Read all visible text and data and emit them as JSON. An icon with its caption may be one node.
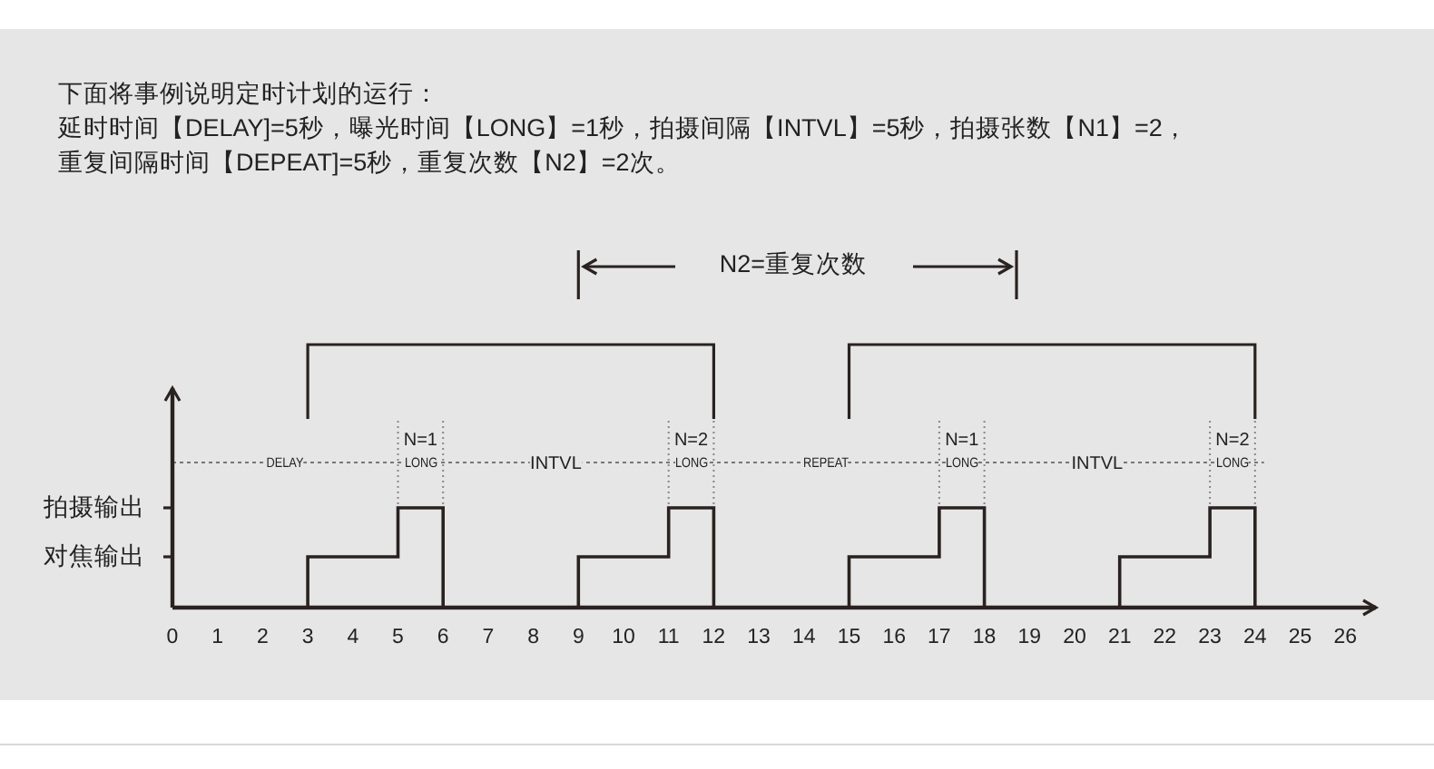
{
  "diagram": {
    "title": "下面将事例说明定时计划的运行：",
    "labels": [
      "延时时间【DELAY]=5秒，曝光时间【LONG】=1秒，拍摄间隔【INTVL】=5秒，拍摄张数【N1】=2，",
      "重复间隔时间【DEPEAT]=5秒，重复次数【N2】=2次。",
      "N2=重复次数",
      "DELAY",
      "N=1",
      "LONG",
      "INTVL",
      "N=2",
      "LONG",
      "REPEAT",
      "N=1",
      "LONG",
      "INTVL",
      "N=2",
      "LONG",
      "拍摄输出",
      "对焦输出",
      "0",
      "1",
      "2",
      "3",
      "4",
      "5",
      "6",
      "7",
      "8",
      "9",
      "10",
      "11",
      "12",
      "13",
      "14",
      "15",
      "16",
      "17",
      "18",
      "19",
      "20",
      "21",
      "22",
      "23",
      "24",
      "25",
      "26"
    ]
  }
}
